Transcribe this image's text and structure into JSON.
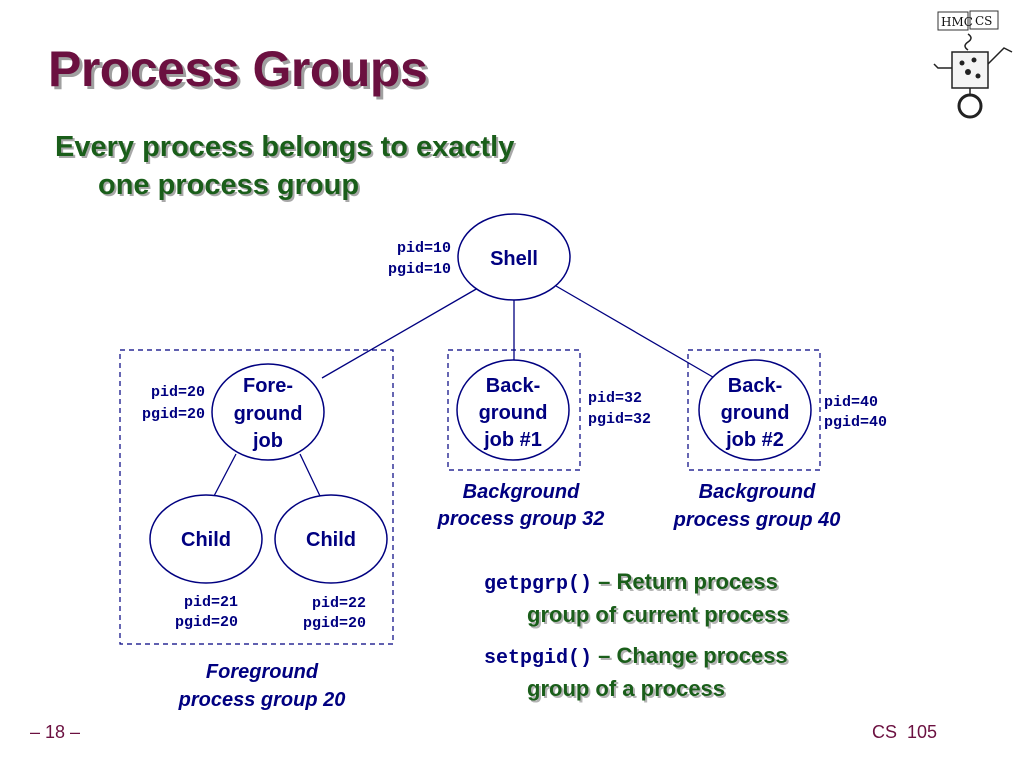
{
  "slide": {
    "title": "Process Groups",
    "bullet_line1": "Every process belongs to exactly",
    "bullet_line2": "one process group",
    "page_number": "– 18 –",
    "course": "CS  105"
  },
  "logo": {
    "text1": "HMC",
    "text2": "CS"
  },
  "diagram": {
    "shell": {
      "label": "Shell",
      "pid": "pid=10",
      "pgid": "pgid=10"
    },
    "foreground_job": {
      "label_lines": [
        "Fore-",
        "ground",
        "job"
      ],
      "pid": "pid=20",
      "pgid": "pgid=20"
    },
    "child1": {
      "label": "Child",
      "pid": "pid=21",
      "pgid": "pgid=20"
    },
    "child2": {
      "label": "Child",
      "pid": "pid=22",
      "pgid": "pgid=20"
    },
    "bg_job1": {
      "label_lines": [
        "Back-",
        "ground",
        "job #1"
      ],
      "pid": "pid=32",
      "pgid": "pgid=32"
    },
    "bg_job2": {
      "label_lines": [
        "Back-",
        "ground",
        "job #2"
      ],
      "pid": "pid=40",
      "pgid": "pgid=40"
    },
    "fg_group_caption": [
      "Foreground",
      "process group 20"
    ],
    "bg_group1_caption": [
      "Background",
      "process group 32"
    ],
    "bg_group2_caption": [
      "Background",
      "process group 40"
    ]
  },
  "functions": [
    {
      "name": "getpgrp()",
      "desc": "– Return process",
      "desc2": "group of current process"
    },
    {
      "name": "setpgid()",
      "desc": "–  Change process",
      "desc2": "group of a process"
    }
  ]
}
